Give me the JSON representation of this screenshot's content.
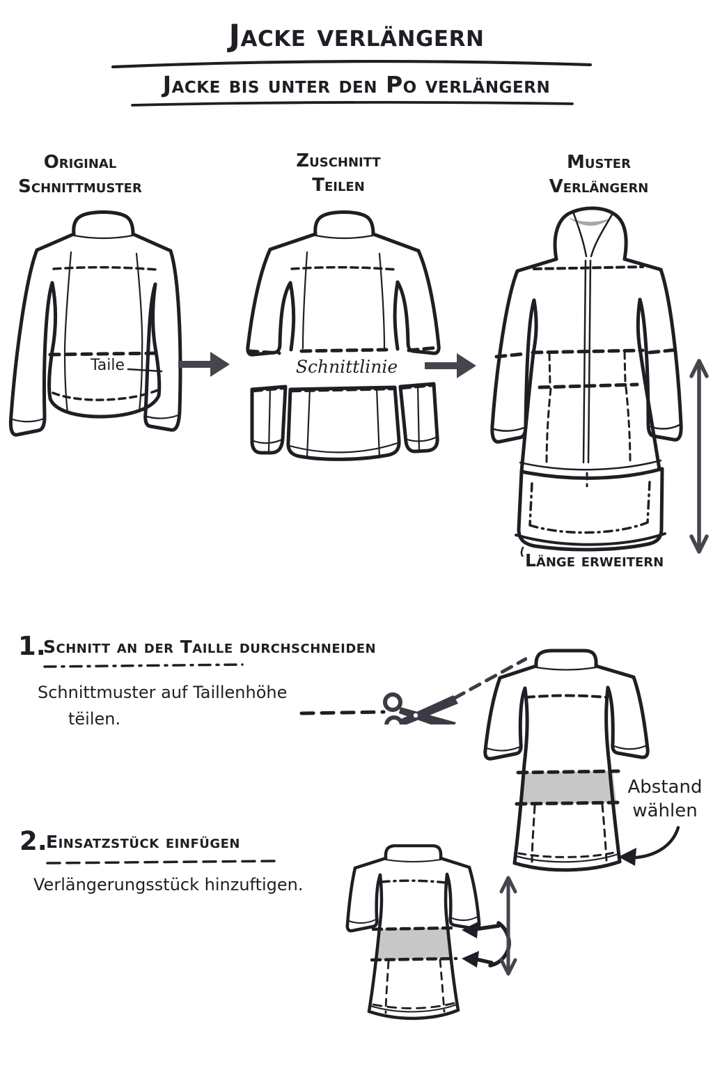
{
  "header": {
    "title": "Jacke verlängern",
    "subtitle": "Jacke bis unter den Po verlängern"
  },
  "diagram": {
    "columns": [
      {
        "line1": "Original",
        "line2": "Schnittmuster"
      },
      {
        "line1": "Zuschnitt",
        "line2": "Teilen"
      },
      {
        "line1": "Muster",
        "line2": "Verlängern"
      }
    ],
    "annotations": {
      "waist_label": "Taile",
      "cut_line_label": "Schnittlinie",
      "extend_label": "Länge erweitern"
    }
  },
  "steps": [
    {
      "number": "1.",
      "heading": "Schnitt an der Taille durchschneiden",
      "body_line1": "Schnittmuster auf Taillenhöhe",
      "body_line2": "tëilen.",
      "annotation_line1": "Abstand",
      "annotation_line2": "wählen"
    },
    {
      "number": "2.",
      "heading": "Einsatzstück einfügen",
      "body": "Verlängerungsstück hinzuftigen."
    }
  ],
  "icons": {
    "scissors_icon": "crossed blades with finger loops",
    "arrow_right_icon": "thick right arrow",
    "arrow_vertical_icon": "double-headed vertical arrow",
    "arrow_curved_icon": "curved arrow pointing down-left",
    "insert_arrows_icon": "two left arrows with brace"
  },
  "colors": {
    "ink": "#1e1e24",
    "arrow_gray": "#45454e",
    "scissors_gray": "#3b3b45",
    "insert_band_gray": "#c7c7c7",
    "collar_shade_gray": "#a8a8a8"
  }
}
